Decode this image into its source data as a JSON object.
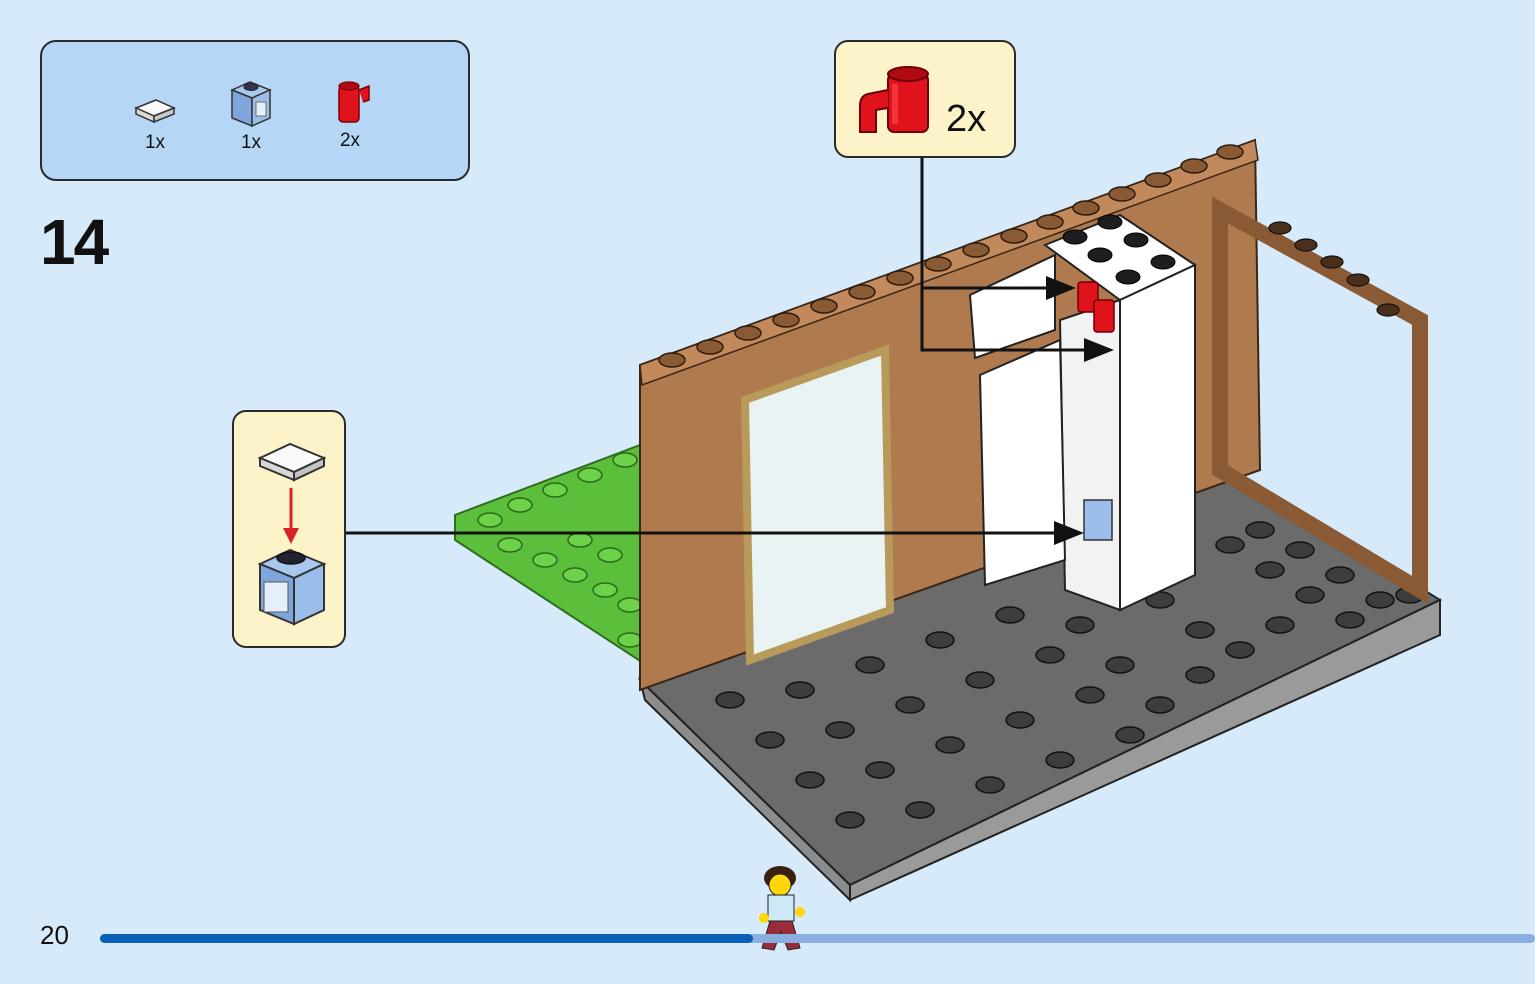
{
  "parts_list": {
    "items": [
      {
        "name": "white-tile-1x1",
        "qty": "1x",
        "color": "#f2f2f2"
      },
      {
        "name": "blue-printed-brick-1x1",
        "qty": "1x",
        "color": "#8fb5e6"
      },
      {
        "name": "red-cup",
        "qty": "2x",
        "color": "#e0121b"
      }
    ]
  },
  "step": {
    "number": "14"
  },
  "callouts": {
    "cups": {
      "qty": "2x"
    }
  },
  "page": {
    "number": "20"
  },
  "progress": {
    "fraction": 0.455
  },
  "colors": {
    "background": "#d6eafa",
    "parts_box": "#b5d7f5",
    "callout": "#fdf3c8",
    "brown": "#b07a4f",
    "dark_grey_plate": "#646464",
    "green_plate": "#5cbf3c",
    "progress_fill": "#0a5fb6",
    "progress_track": "#8aaee0"
  }
}
